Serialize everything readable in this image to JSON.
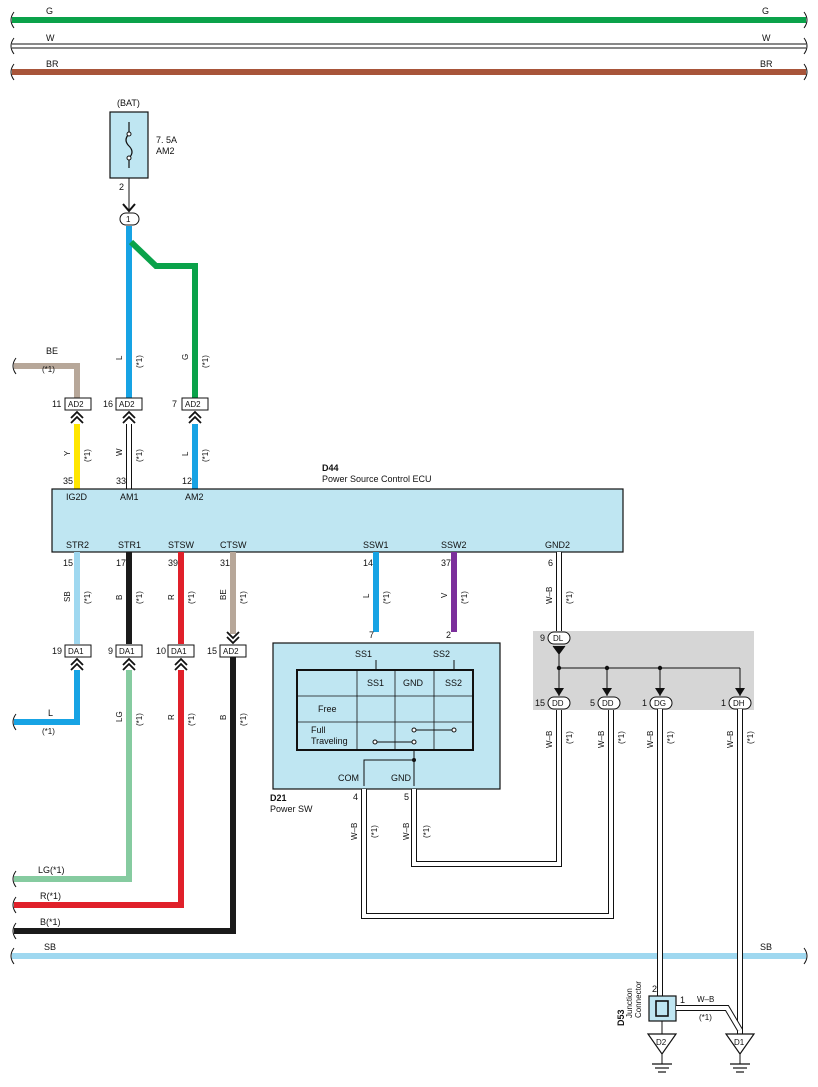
{
  "colors": {
    "G": "#0aa24a",
    "W": "#ffffff",
    "BR": "#a8553a",
    "L": "#17a3e4",
    "BE": "#b7a799",
    "Y": "#ffe600",
    "SB": "#9fd8f0",
    "B": "#1a1a1a",
    "R": "#e0202a",
    "V": "#7b2f9b",
    "LG": "#86cba0",
    "WB": "#ffffff",
    "box_fill": "#bfe6f2",
    "junction_gray": "#d6d6d6"
  },
  "bus": {
    "g_left": "G",
    "g_right": "G",
    "w_left": "W",
    "w_right": "W",
    "br_left": "BR",
    "br_right": "BR",
    "sb_left": "SB",
    "sb_right": "SB"
  },
  "fuse": {
    "source": "(BAT)",
    "rating": "7. 5A",
    "name": "AM2",
    "pin": "2",
    "splice": "1"
  },
  "upper_wires": {
    "l_color": "L",
    "l_note": "(*1)",
    "g_color": "G",
    "g_note": "(*1)",
    "be_left": "BE",
    "be_note": "(*1)"
  },
  "connectors_top": {
    "c1_pin": "11",
    "c1_name": "AD2",
    "c2_pin": "16",
    "c2_name": "AD2",
    "c3_pin": "7",
    "c3_name": "AD2"
  },
  "ecu_in_wires": {
    "y_color": "Y",
    "y_note": "(*1)",
    "w_color": "W",
    "w_note": "(*1)",
    "l_color": "L",
    "l_note": "(*1)"
  },
  "ecu": {
    "code": "D44",
    "name": "Power Source Control ECU",
    "top_pins": {
      "ig2d_no": "35",
      "ig2d": "IG2D",
      "am1_no": "33",
      "am1": "AM1",
      "am2_no": "12",
      "am2": "AM2"
    },
    "bottom_pins": {
      "str2": "STR2",
      "str2_no": "15",
      "str1": "STR1",
      "str1_no": "17",
      "stsw": "STSW",
      "stsw_no": "39",
      "ctsw": "CTSW",
      "ctsw_no": "31",
      "ssw1": "SSW1",
      "ssw1_no": "14",
      "ssw2": "SSW2",
      "ssw2_no": "37",
      "gnd2": "GND2",
      "gnd2_no": "6"
    }
  },
  "ecu_out_wires": {
    "sb": "SB",
    "b": "B",
    "r": "R",
    "be": "BE",
    "l": "L",
    "v": "V",
    "wb": "W–B",
    "note": "(*1)"
  },
  "connectors_mid": {
    "da1a_pin": "19",
    "da1a": "DA1",
    "da1b_pin": "9",
    "da1b": "DA1",
    "da1c_pin": "10",
    "da1c": "DA1",
    "ad2_pin": "15",
    "ad2": "AD2"
  },
  "lower_left_wires": {
    "l_left": "L",
    "l_note": "(*1)",
    "lg": "LG",
    "r": "R",
    "b": "B",
    "note": "(*1)"
  },
  "left_bus": {
    "lg": "LG(*1)",
    "r": "R(*1)",
    "b": "B(*1)"
  },
  "power_sw": {
    "code": "D21",
    "name": "Power SW",
    "ss1_no": "7",
    "ss2_no": "2",
    "ss1": "SS1",
    "ss2": "SS2",
    "table_h1": "SS1",
    "table_h2": "GND",
    "table_h3": "SS2",
    "row1": "Free",
    "row2a": "Full",
    "row2b": "Traveling",
    "com": "COM",
    "gnd": "GND",
    "com_no": "4",
    "gnd_no": "5",
    "wb": "W–B",
    "note": "(*1)"
  },
  "junction": {
    "dl_pin": "9",
    "dl": "DL",
    "dd1_pin": "15",
    "dd1": "DD",
    "dd2_pin": "5",
    "dd2": "DD",
    "dg_pin": "1",
    "dg": "DG",
    "dh_pin": "1",
    "dh": "DH",
    "wb": "W–B",
    "note": "(*1)"
  },
  "jc": {
    "code": "D53",
    "name1": "Junction",
    "name2": "Connector",
    "pin2": "2",
    "pin1": "1",
    "wb": "W–B",
    "note": "(*1)",
    "g1": "D2",
    "g2": "D1"
  }
}
